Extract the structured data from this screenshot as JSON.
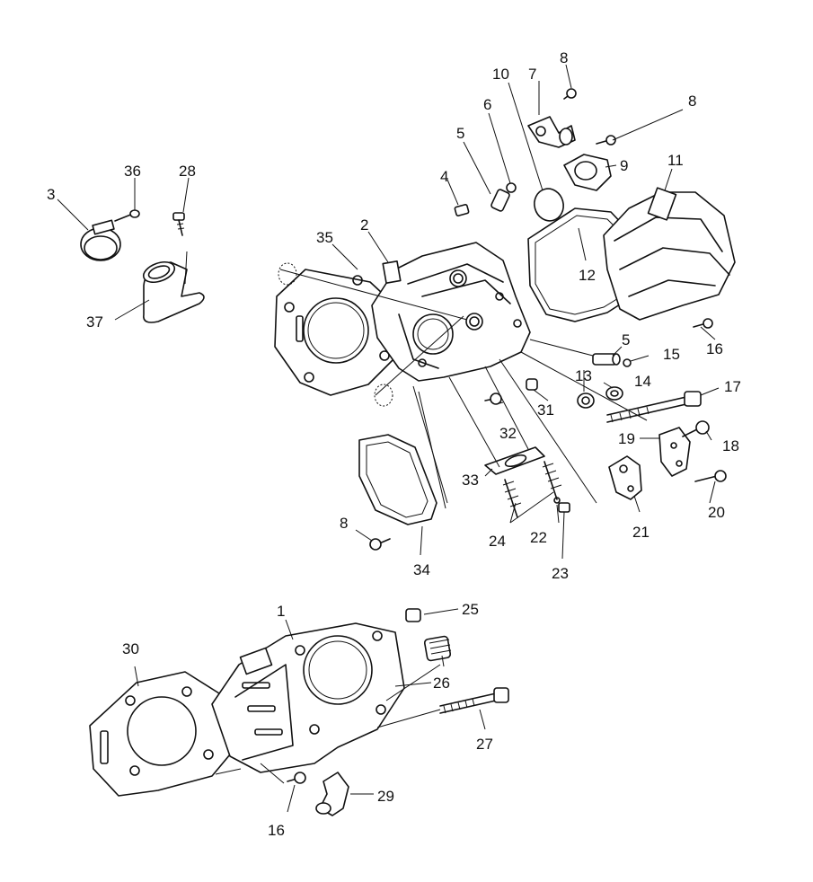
{
  "callouts": [
    {
      "id": "c1",
      "text": "1"
    },
    {
      "id": "c2",
      "text": "2"
    },
    {
      "id": "c3",
      "text": "3"
    },
    {
      "id": "c4",
      "text": "4"
    },
    {
      "id": "c5a",
      "text": "5"
    },
    {
      "id": "c5b",
      "text": "5"
    },
    {
      "id": "c6",
      "text": "6"
    },
    {
      "id": "c7",
      "text": "7"
    },
    {
      "id": "c8a",
      "text": "8"
    },
    {
      "id": "c8b",
      "text": "8"
    },
    {
      "id": "c8c",
      "text": "8"
    },
    {
      "id": "c9",
      "text": "9"
    },
    {
      "id": "c10",
      "text": "10"
    },
    {
      "id": "c11",
      "text": "11"
    },
    {
      "id": "c12",
      "text": "12"
    },
    {
      "id": "c13",
      "text": "13"
    },
    {
      "id": "c14",
      "text": "14"
    },
    {
      "id": "c15",
      "text": "15"
    },
    {
      "id": "c16a",
      "text": "16"
    },
    {
      "id": "c16b",
      "text": "16"
    },
    {
      "id": "c17",
      "text": "17"
    },
    {
      "id": "c18",
      "text": "18"
    },
    {
      "id": "c19",
      "text": "19"
    },
    {
      "id": "c20",
      "text": "20"
    },
    {
      "id": "c21",
      "text": "21"
    },
    {
      "id": "c22",
      "text": "22"
    },
    {
      "id": "c23",
      "text": "23"
    },
    {
      "id": "c24",
      "text": "24"
    },
    {
      "id": "c25",
      "text": "25"
    },
    {
      "id": "c26",
      "text": "26"
    },
    {
      "id": "c27",
      "text": "27"
    },
    {
      "id": "c28",
      "text": "28"
    },
    {
      "id": "c29",
      "text": "29"
    },
    {
      "id": "c30",
      "text": "30"
    },
    {
      "id": "c31",
      "text": "31"
    },
    {
      "id": "c32",
      "text": "32"
    },
    {
      "id": "c33",
      "text": "33"
    },
    {
      "id": "c34",
      "text": "34"
    },
    {
      "id": "c35",
      "text": "35"
    },
    {
      "id": "c36",
      "text": "36"
    },
    {
      "id": "c37",
      "text": "37"
    }
  ]
}
